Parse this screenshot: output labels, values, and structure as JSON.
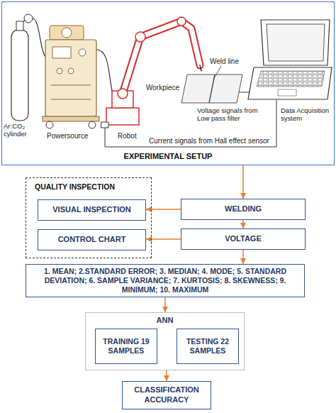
{
  "diagram": {
    "nodes": [
      {
        "text": [
          "EXPERIMENTAL SETUP"
        ]
      },
      {
        "text": [
          "QUALITY INSPECTION"
        ]
      },
      {
        "text": [
          "VISUAL INSPECTION"
        ],
        "in": 1
      },
      {
        "text": [
          "CONTROL CHART"
        ],
        "in": 1
      },
      {
        "text": [
          "WELDING"
        ]
      },
      {
        "text": [
          "VOLTAGE"
        ]
      },
      {
        "text": [
          "1. MEAN; 2.STANDARD ERROR; 3. MEDIAN; 4. MODE; 5. STANDARD DEVIATION; 6. SAMPLE VARIANCE; 7. KURTOSIS; 8. SKEWNESS; 9. MINIMUM; 10. MAXIMUM"
        ]
      },
      {
        "text": [
          "ANN"
        ]
      },
      {
        "text": [
          "TRAINING 19 SAMPLES"
        ],
        "in": 7
      },
      {
        "text": [
          "TESTING 22 SAMPLES"
        ],
        "in": 7
      },
      {
        "text": [
          "CLASSIFICATION ACCURACY"
        ]
      }
    ],
    "edges": [
      {
        "from": 0,
        "to": 4,
        "arrow": "to"
      },
      {
        "from": 4,
        "to": 2,
        "arrow": "to"
      },
      {
        "from": 4,
        "to": 5,
        "arrow": "to"
      },
      {
        "from": 5,
        "to": 3,
        "arrow": "to"
      },
      {
        "from": 5,
        "to": 6,
        "arrow": "to"
      },
      {
        "from": 6,
        "to": 7,
        "arrow": "to"
      },
      {
        "from": 7,
        "to": 10,
        "arrow": "to"
      }
    ],
    "labels": [
      "Ar:CO₂ cylinder",
      "Powersource",
      "Robot",
      "Weld line",
      "Workpiece",
      "Voltage signals from Low pass filter",
      "Data Acquisition system",
      "Current signals from Hall effect sensor"
    ]
  }
}
